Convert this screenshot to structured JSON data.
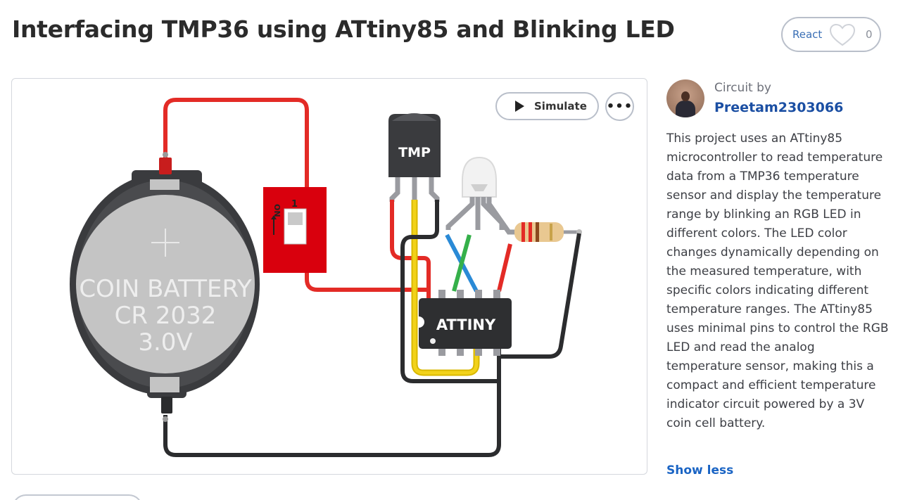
{
  "header": {
    "title": "Interfacing TMP36 using ATtiny85 and Blinking LED",
    "react_label": "React",
    "react_count": "0"
  },
  "toolbar": {
    "simulate_label": "Simulate",
    "more_label": "•••"
  },
  "circuit": {
    "battery_line1": "COIN BATTERY",
    "battery_line2": "CR 2032",
    "battery_line3": "3.0V",
    "sensor_label": "TMP",
    "chip_label": "ATTINY",
    "switch_on_label": "ON",
    "switch_pos_label": "1",
    "colors": {
      "red_wire": "#e32b26",
      "black_wire": "#2b2c2e",
      "yellow_wire": "#f2d21a",
      "blue_wire": "#2a8ad6",
      "green_wire": "#35b04a",
      "switch_body": "#d9000d",
      "battery_face": "#c4c4c4"
    }
  },
  "sidebar": {
    "circuit_by": "Circuit by",
    "author": "Preetam2303066",
    "description": "This project uses an ATtiny85 microcontroller to read temperature data from a TMP36 temperature sensor and display the temperature range by blinking an RGB LED in different colors. The LED color changes dynamically depending on the measured temperature, with specific colors indicating different temperature ranges. The ATtiny85 uses minimal pins to control the RGB LED and read the analog temperature sensor, making this a compact and efficient temperature indicator circuit powered by a 3V coin cell battery.",
    "show_less": "Show less"
  }
}
